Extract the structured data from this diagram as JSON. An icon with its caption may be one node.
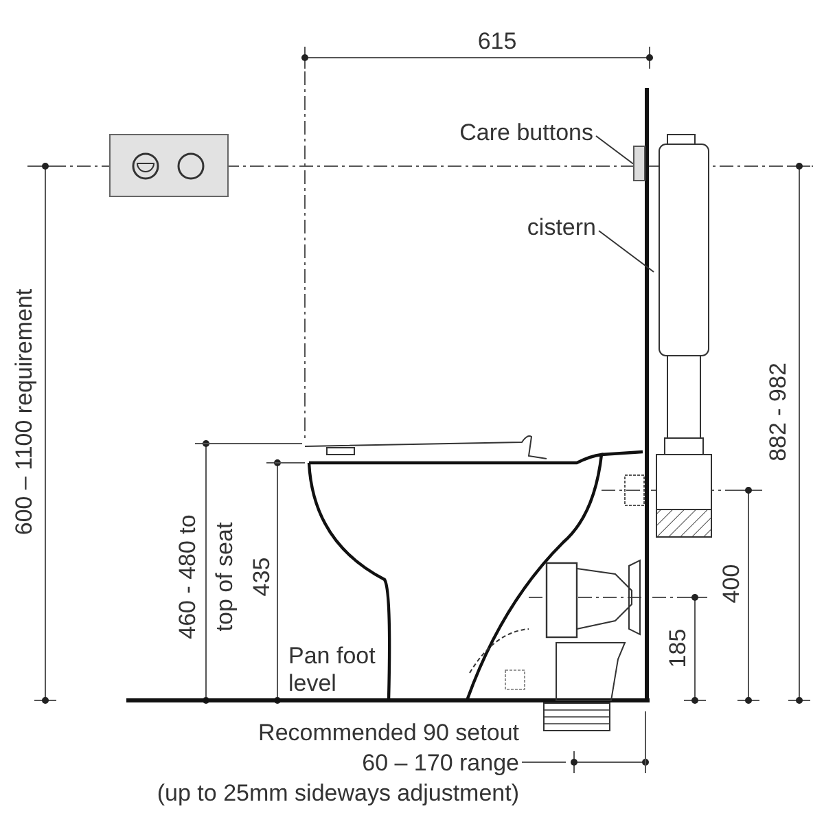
{
  "diagram": {
    "nodes": [
      {
        "text": [
          "Care buttons"
        ]
      },
      {
        "text": [],
        "shape": "box"
      },
      {
        "text": [
          "cistern"
        ]
      },
      {
        "text": [],
        "shape": "picture"
      }
    ],
    "edges": [
      {
        "from": 0,
        "to": 1,
        "arrow": "none"
      },
      {
        "from": 2,
        "to": 3,
        "arrow": "none"
      }
    ],
    "labels": [
      "615",
      "600 – 1100 requirement",
      "460 - 480 to top of seat",
      "435",
      "Pan foot level",
      "882 - 982",
      "400",
      "185",
      "Recommended 90 setout",
      "60 – 170 range",
      "(up to 25mm sideways adjustment)"
    ]
  }
}
